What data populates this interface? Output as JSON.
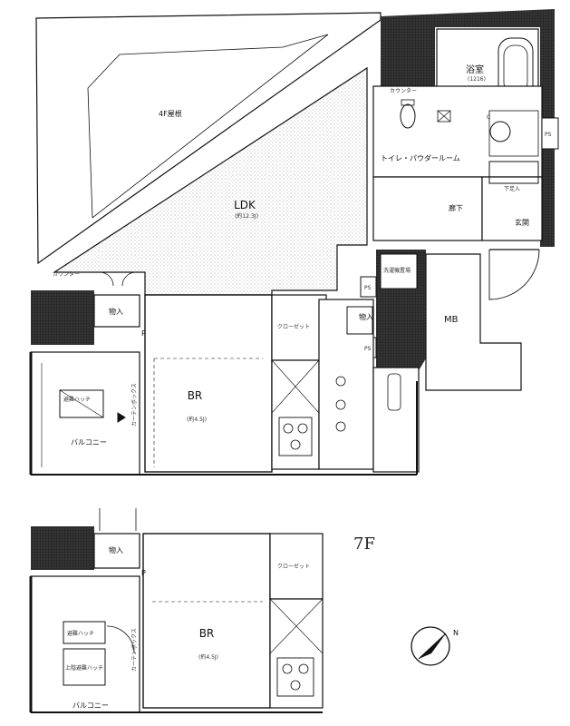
{
  "floor_label": "7F",
  "upper": {
    "roof_label": "4F屋根",
    "ldk_label": "LDK",
    "ldk_size": "(約12.3J)",
    "bath_label": "浴室",
    "bath_size": "(1216)",
    "counter_small": "カウンター",
    "toilet_label": "トイレ・パウダールーム",
    "corridor_label": "廊下",
    "entrance_label": "玄関",
    "shoebox_label": "下足入",
    "washer_label": "洗濯機置場",
    "mb_label": "MB",
    "ps_label": "PS",
    "storage_label": "物入",
    "counter_label": "カウンター",
    "closet_label": "クローゼット",
    "br_label": "BR",
    "br_size": "(約4.5J)",
    "curtain_box": "カーテンボックス",
    "balcony_label": "バルコニー",
    "hatch_label": "避難ハッチ",
    "p_label": "P",
    "c_label": "C"
  },
  "lower": {
    "storage_label": "物入",
    "closet_label": "クローゼット",
    "br_label": "BR",
    "br_size": "(約4.5J)",
    "curtain_box": "カーテンボックス",
    "balcony_label": "バルコニー",
    "hatch_label": "避難ハッチ",
    "hatch_label2": "上階避難ハッチ",
    "p_label": "P"
  },
  "compass_label": "N"
}
